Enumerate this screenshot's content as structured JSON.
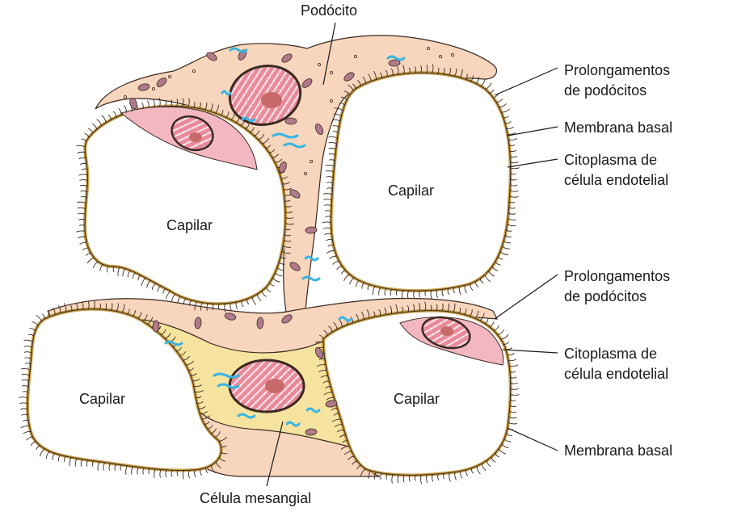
{
  "labels": {
    "podocito": "Podócito",
    "prolongamentos_1_l1": "Prolongamentos",
    "prolongamentos_1_l2": "de podócitos",
    "membrana_basal_1": "Membrana basal",
    "citoplasma_1_l1": "Citoplasma de",
    "citoplasma_1_l2": "célula endotelial",
    "prolongamentos_2_l1": "Prolongamentos",
    "prolongamentos_2_l2": "de podócitos",
    "citoplasma_2_l1": "Citoplasma de",
    "citoplasma_2_l2": "célula endotelial",
    "membrana_basal_2": "Membrana basal",
    "celula_mesangial": "Célula mesangial",
    "capilar_top_left": "Capilar",
    "capilar_top_right": "Capilar",
    "capilar_bottom_left": "Capilar",
    "capilar_bottom_right": "Capilar"
  },
  "colors": {
    "podocyte_fill": "#f7d6bd",
    "basal_membrane": "#c9a14a",
    "endothelial_fill": "#f3b7c2",
    "mesangial_fill": "#f6e3a0",
    "nucleus_fill": "#e98a9a",
    "nucleolus_fill": "#c96a6a",
    "mitochondria": "#b07a8a",
    "er_blue": "#39b4e0",
    "outline": "#3a2a20"
  }
}
